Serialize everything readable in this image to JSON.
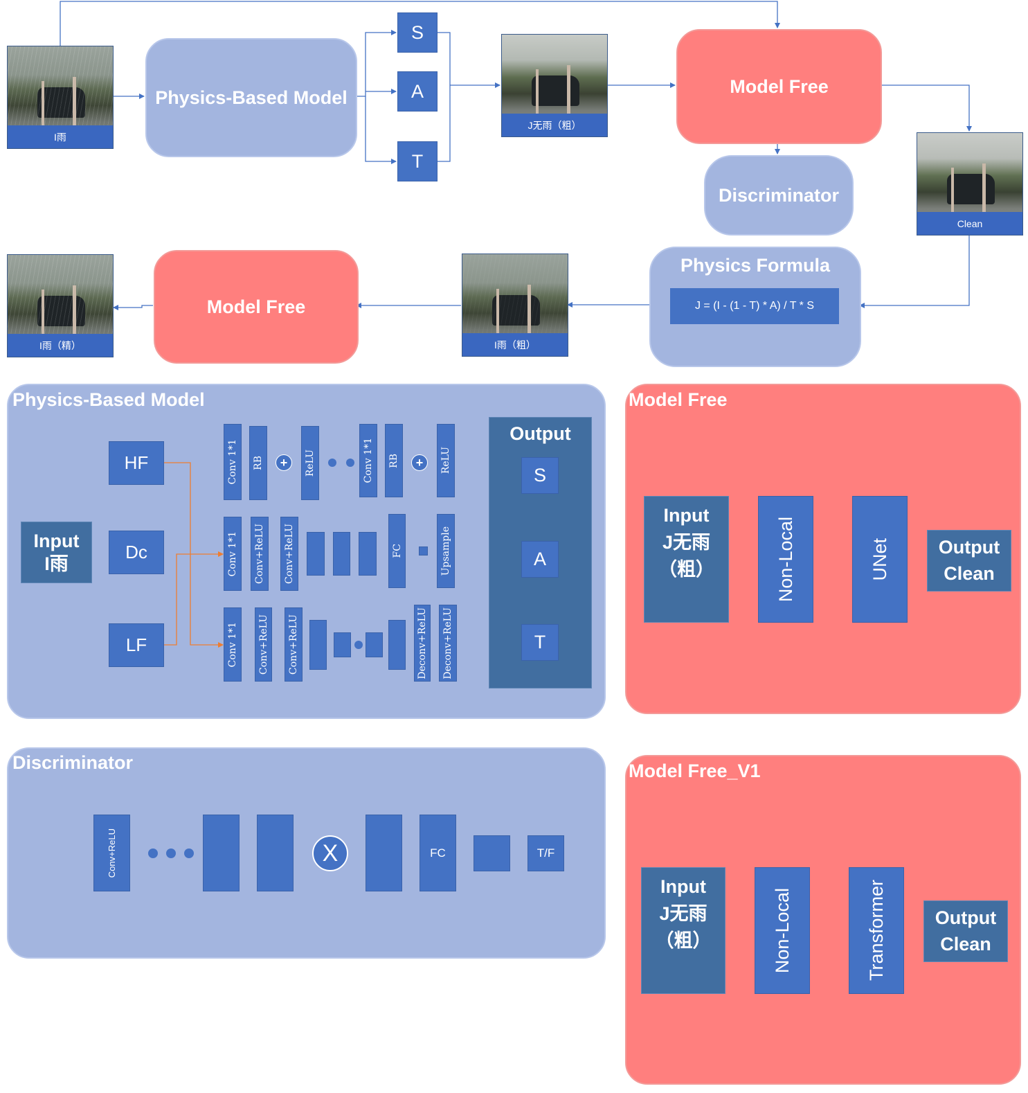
{
  "top": {
    "img_rain_caption": "I雨",
    "physics_model_label": "Physics-Based Model",
    "s_label": "S",
    "a_label": "A",
    "t_label": "T",
    "img_j_caption": "J无雨（粗）",
    "model_free_label": "Model Free",
    "discriminator_label": "Discriminator",
    "img_clean_caption": "Clean",
    "physics_formula_title": "Physics Formula",
    "formula": "J = (I - (1 - T) * A) / T * S",
    "img_i_coarse_caption": "I雨（粗）",
    "model_free_2_label": "Model Free",
    "img_i_fine_caption": "I雨（精）"
  },
  "pbm_panel": {
    "title": "Physics-Based Model",
    "input_line1": "Input",
    "input_line2": "I雨",
    "hf": "HF",
    "dc": "Dc",
    "lf": "LF",
    "conv11": "Conv 1*1",
    "rb": "RB",
    "relu": "ReLU",
    "conv_relu": "Conv+ReLU",
    "fc": "FC",
    "upsample": "Upsample",
    "deconv_relu": "Deconv+ReLU",
    "plus": "+",
    "output_title": "Output",
    "out_s": "S",
    "out_a": "A",
    "out_t": "T"
  },
  "mf_panel": {
    "title": "Model Free",
    "input_line1": "Input",
    "input_line2": "J无雨",
    "input_line3": "（粗）",
    "nonlocal": "Non-Local",
    "unet": "UNet",
    "output_line1": "Output",
    "output_line2": "Clean"
  },
  "disc_panel": {
    "title": "Discriminator",
    "conv_relu": "Conv+ReLU",
    "x_symbol": "X",
    "fc": "FC",
    "tf": "T/F"
  },
  "mfv1_panel": {
    "title": "Model Free_V1",
    "input_line1": "Input",
    "input_line2": "J无雨",
    "input_line3": "（粗）",
    "nonlocal": "Non-Local",
    "transformer": "Transformer",
    "output_line1": "Output",
    "output_line2": "Clean"
  },
  "colors": {
    "blue_panel": "#a3b5df",
    "red_panel": "#ff7f7e",
    "block_blue": "#4472c4",
    "block_dark": "#416ea0",
    "arrow": "#4472c4",
    "orange_arrow": "#ed7d31"
  }
}
